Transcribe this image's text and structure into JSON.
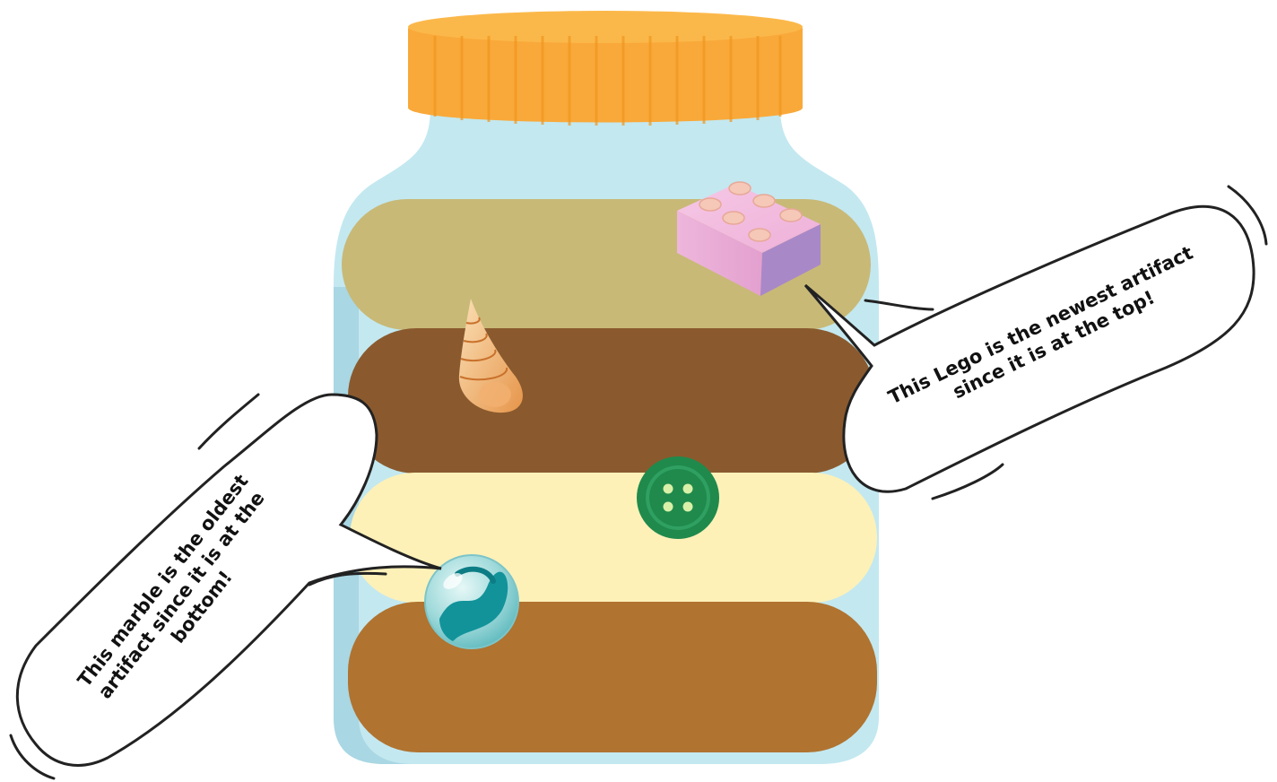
{
  "callouts": {
    "newest": {
      "lines": [
        "This Lego is the newest artifact",
        "since it is at the top!"
      ]
    },
    "oldest": {
      "lines": [
        "This marble is the oldest",
        "artifact since it is at the",
        "bottom!"
      ]
    }
  },
  "layers": [
    {
      "name": "top-layer",
      "color": "#c8b977"
    },
    {
      "name": "second-layer",
      "color": "#8a5a2e"
    },
    {
      "name": "third-layer",
      "color": "#fdf1b8"
    },
    {
      "name": "bottom-layer",
      "color": "#b07330"
    }
  ],
  "artifacts": [
    "lego-brick",
    "seashell",
    "button",
    "marble"
  ],
  "colors": {
    "lid": "#f9a93a",
    "jar_glass": "#c3e8f0",
    "lego": "#f0b8dc",
    "button": "#1f8a4c",
    "marble": "#2aa7ad"
  }
}
